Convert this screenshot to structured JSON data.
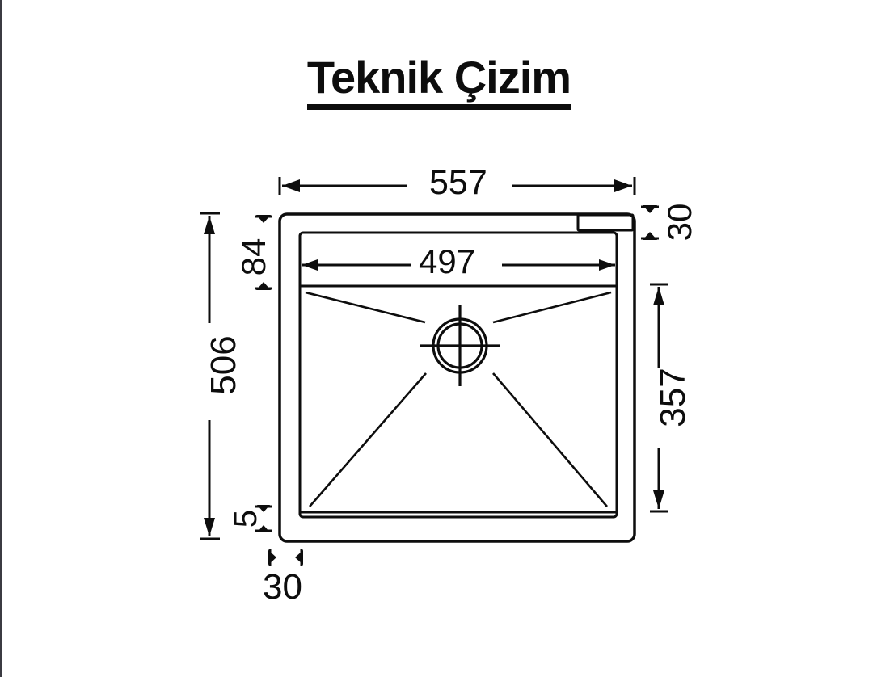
{
  "page": {
    "title": "Teknik Çizim",
    "background_color": "#ffffff",
    "line_color": "#0d0d0d",
    "border_color": "#3b3b42"
  },
  "drawing": {
    "type": "technical-drawing",
    "subject": "kitchen-sink-top-view",
    "units": "mm",
    "dimensions": {
      "overall_width": "557",
      "overall_height": "506",
      "bowl_width": "497",
      "bowl_height": "357",
      "top_rim": "84",
      "bottom_rim": "5",
      "right_rim": "30",
      "left_rim": "30"
    },
    "features": {
      "drain_label": "drain-center-mark",
      "overflow_label": "overflow-slot"
    }
  },
  "chart_data": {
    "type": "diagram",
    "title": "Teknik Çizim",
    "labels": [
      "557",
      "506",
      "497",
      "357",
      "84",
      "30",
      "30",
      "5"
    ]
  }
}
